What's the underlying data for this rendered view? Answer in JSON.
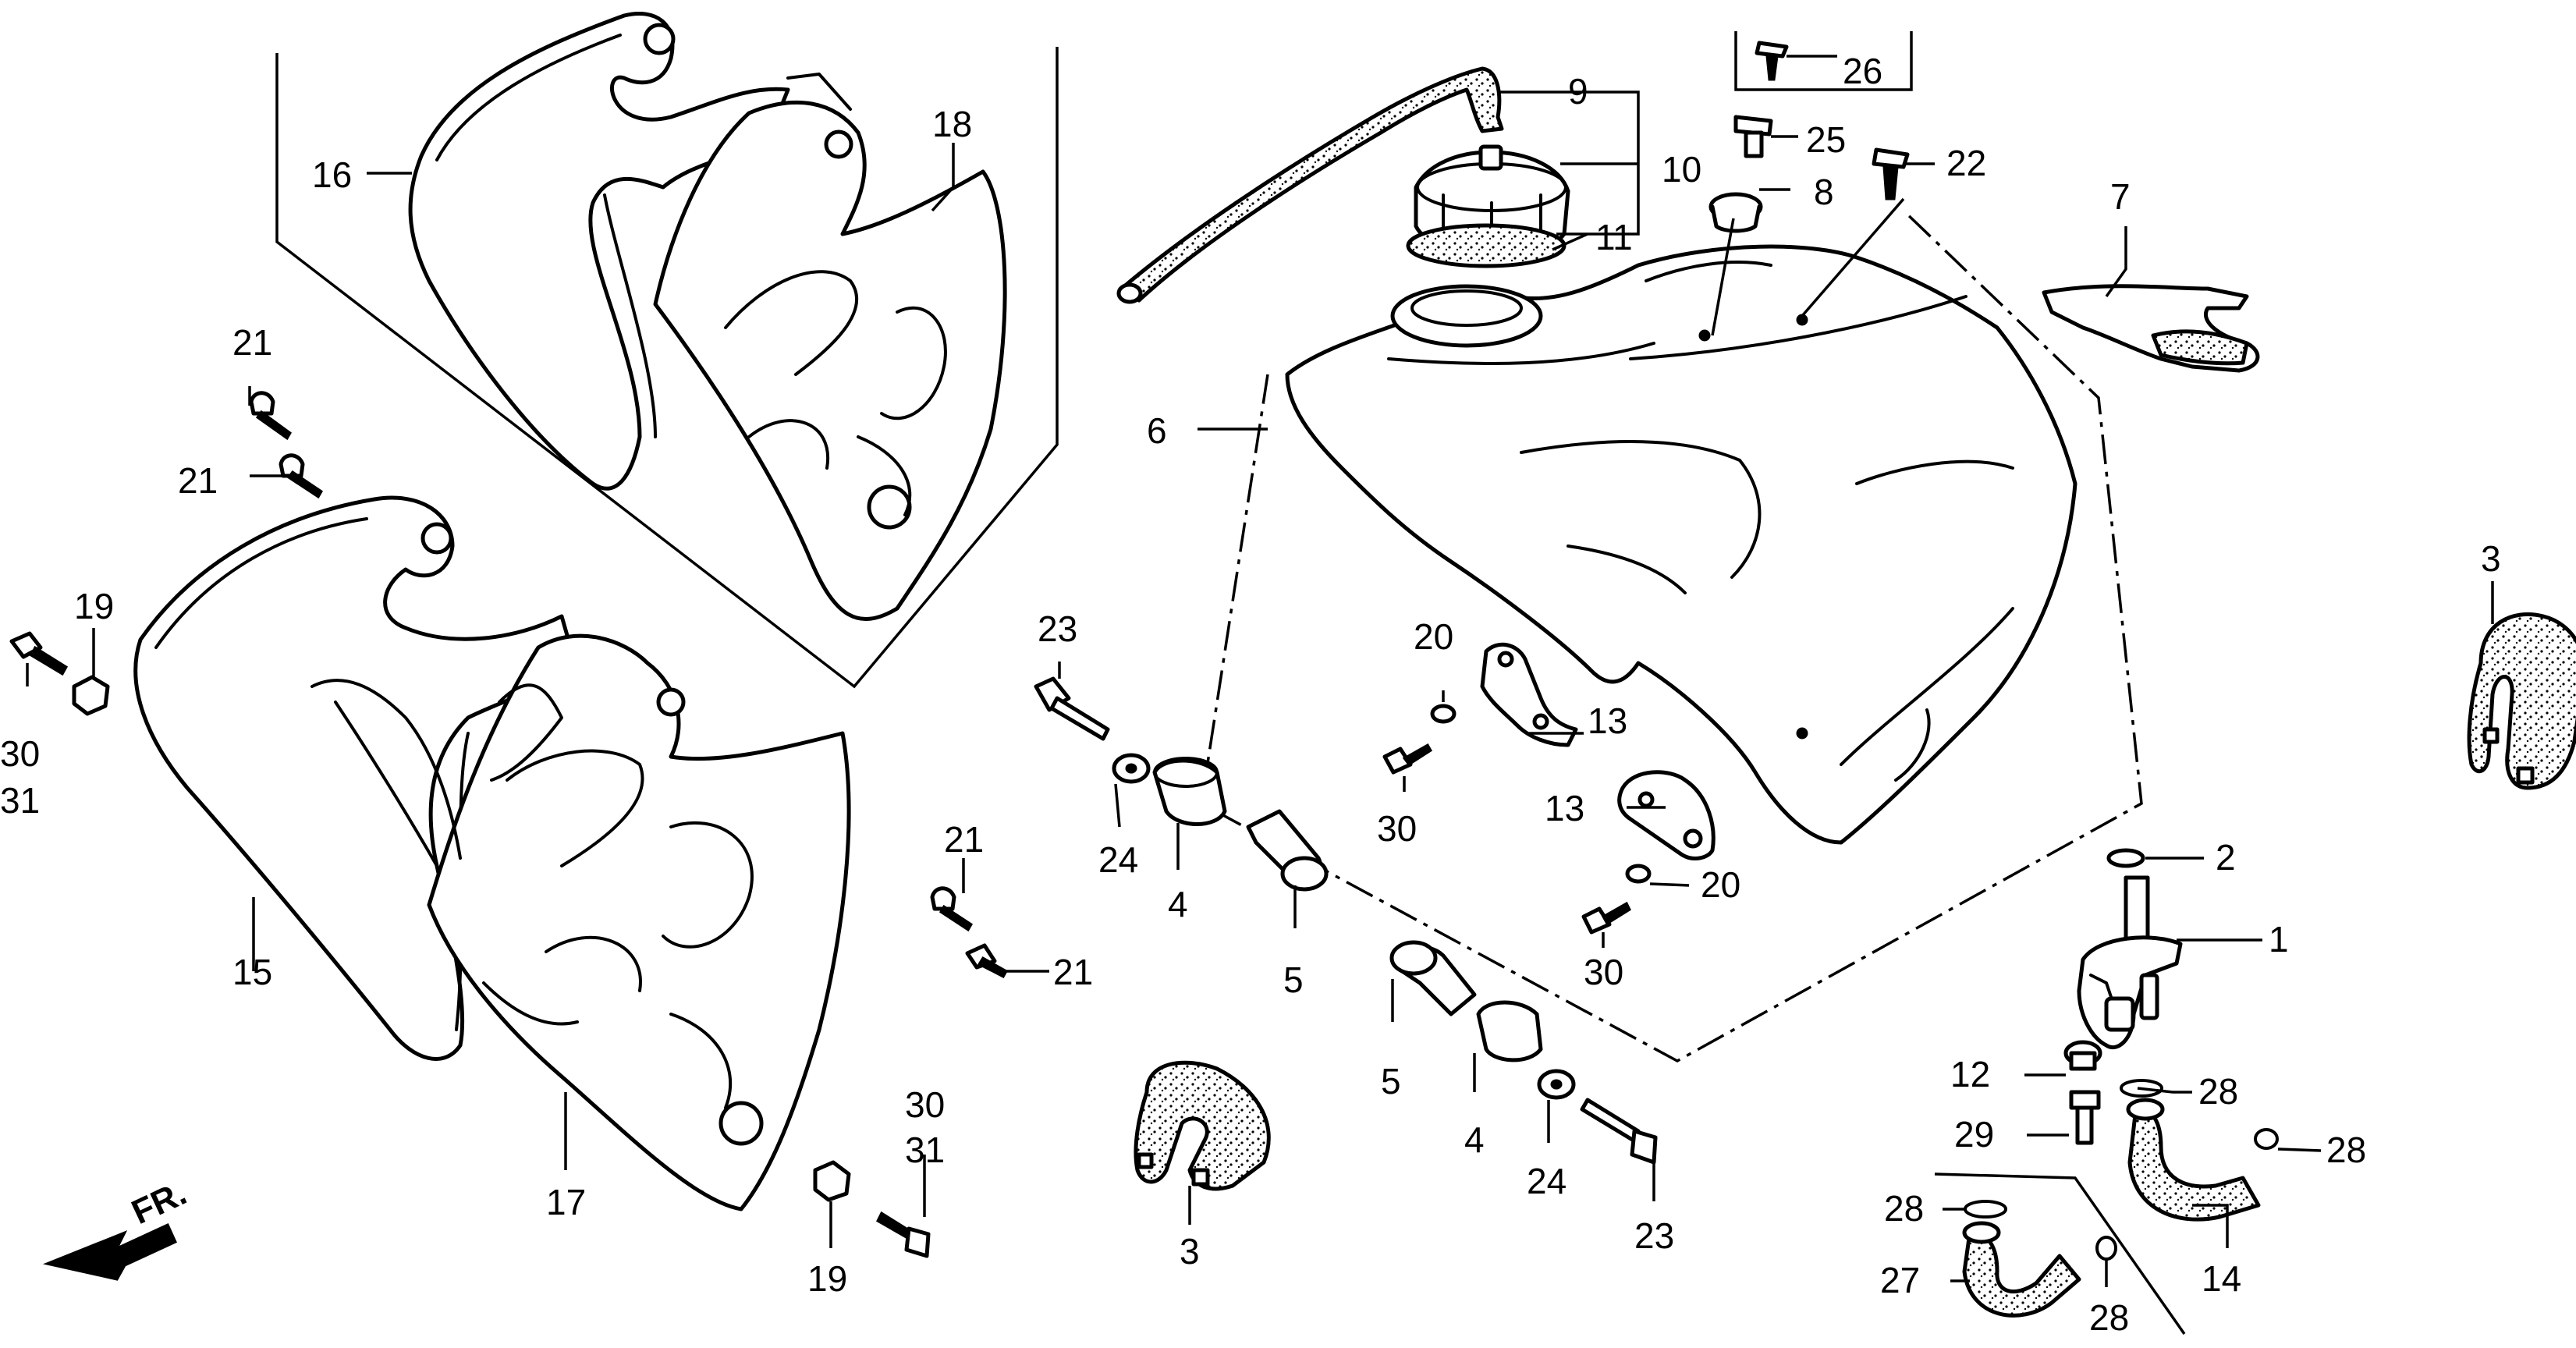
{
  "callouts": {
    "c1": "1",
    "c2": "2",
    "c3a": "3",
    "c3b": "3",
    "c4a": "4",
    "c4b": "4",
    "c5a": "5",
    "c5b": "5",
    "c6": "6",
    "c7": "7",
    "c8": "8",
    "c9": "9",
    "c10": "10",
    "c11": "11",
    "c12": "12",
    "c13a": "13",
    "c13b": "13",
    "c14": "14",
    "c15": "15",
    "c16": "16",
    "c17": "17",
    "c18": "18",
    "c19a": "19",
    "c19b": "19",
    "c20a": "20",
    "c20b": "20",
    "c21a": "21",
    "c21b": "21",
    "c21c": "21",
    "c21d": "21",
    "c22": "22",
    "c23a": "23",
    "c23b": "23",
    "c24a": "24",
    "c24b": "24",
    "c25": "25",
    "c26": "26",
    "c27": "27",
    "c28a": "28",
    "c28b": "28",
    "c28c": "28",
    "c28d": "28",
    "c29": "29",
    "c30a": "30",
    "c30b": "30",
    "c30c": "30",
    "c30d": "30",
    "c31a": "31",
    "c31b": "31"
  },
  "direction": {
    "label": "FR."
  }
}
